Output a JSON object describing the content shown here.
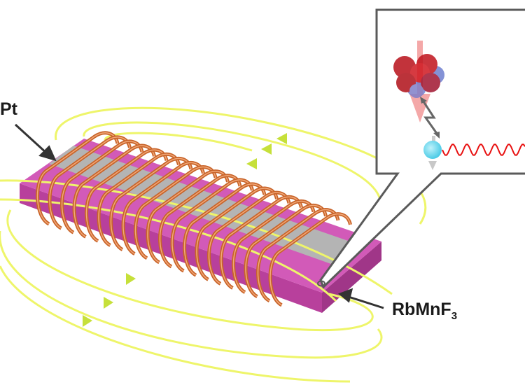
{
  "labels": {
    "pt": "Pt",
    "rbmnf3_base": "RbMnF",
    "rbmnf3_sub": "3"
  },
  "colors": {
    "slab": "#d25ab8",
    "pt_stripe": "#b4b4b4",
    "coil": "#c8642a",
    "field_line": "#eef56a",
    "field_arrow": "#c6e03a",
    "inset_border": "#5a5a5a",
    "spin_red": "#b8101a",
    "spin_blue": "#6f7fcf",
    "magnon_ball": "#6fd8ee",
    "photon_wave": "#e81010"
  },
  "icons": [
    "pointer-arrow-icon",
    "field-direction-arrow-icon",
    "spin-arrow-icon",
    "coupling-zigzag-icon"
  ]
}
